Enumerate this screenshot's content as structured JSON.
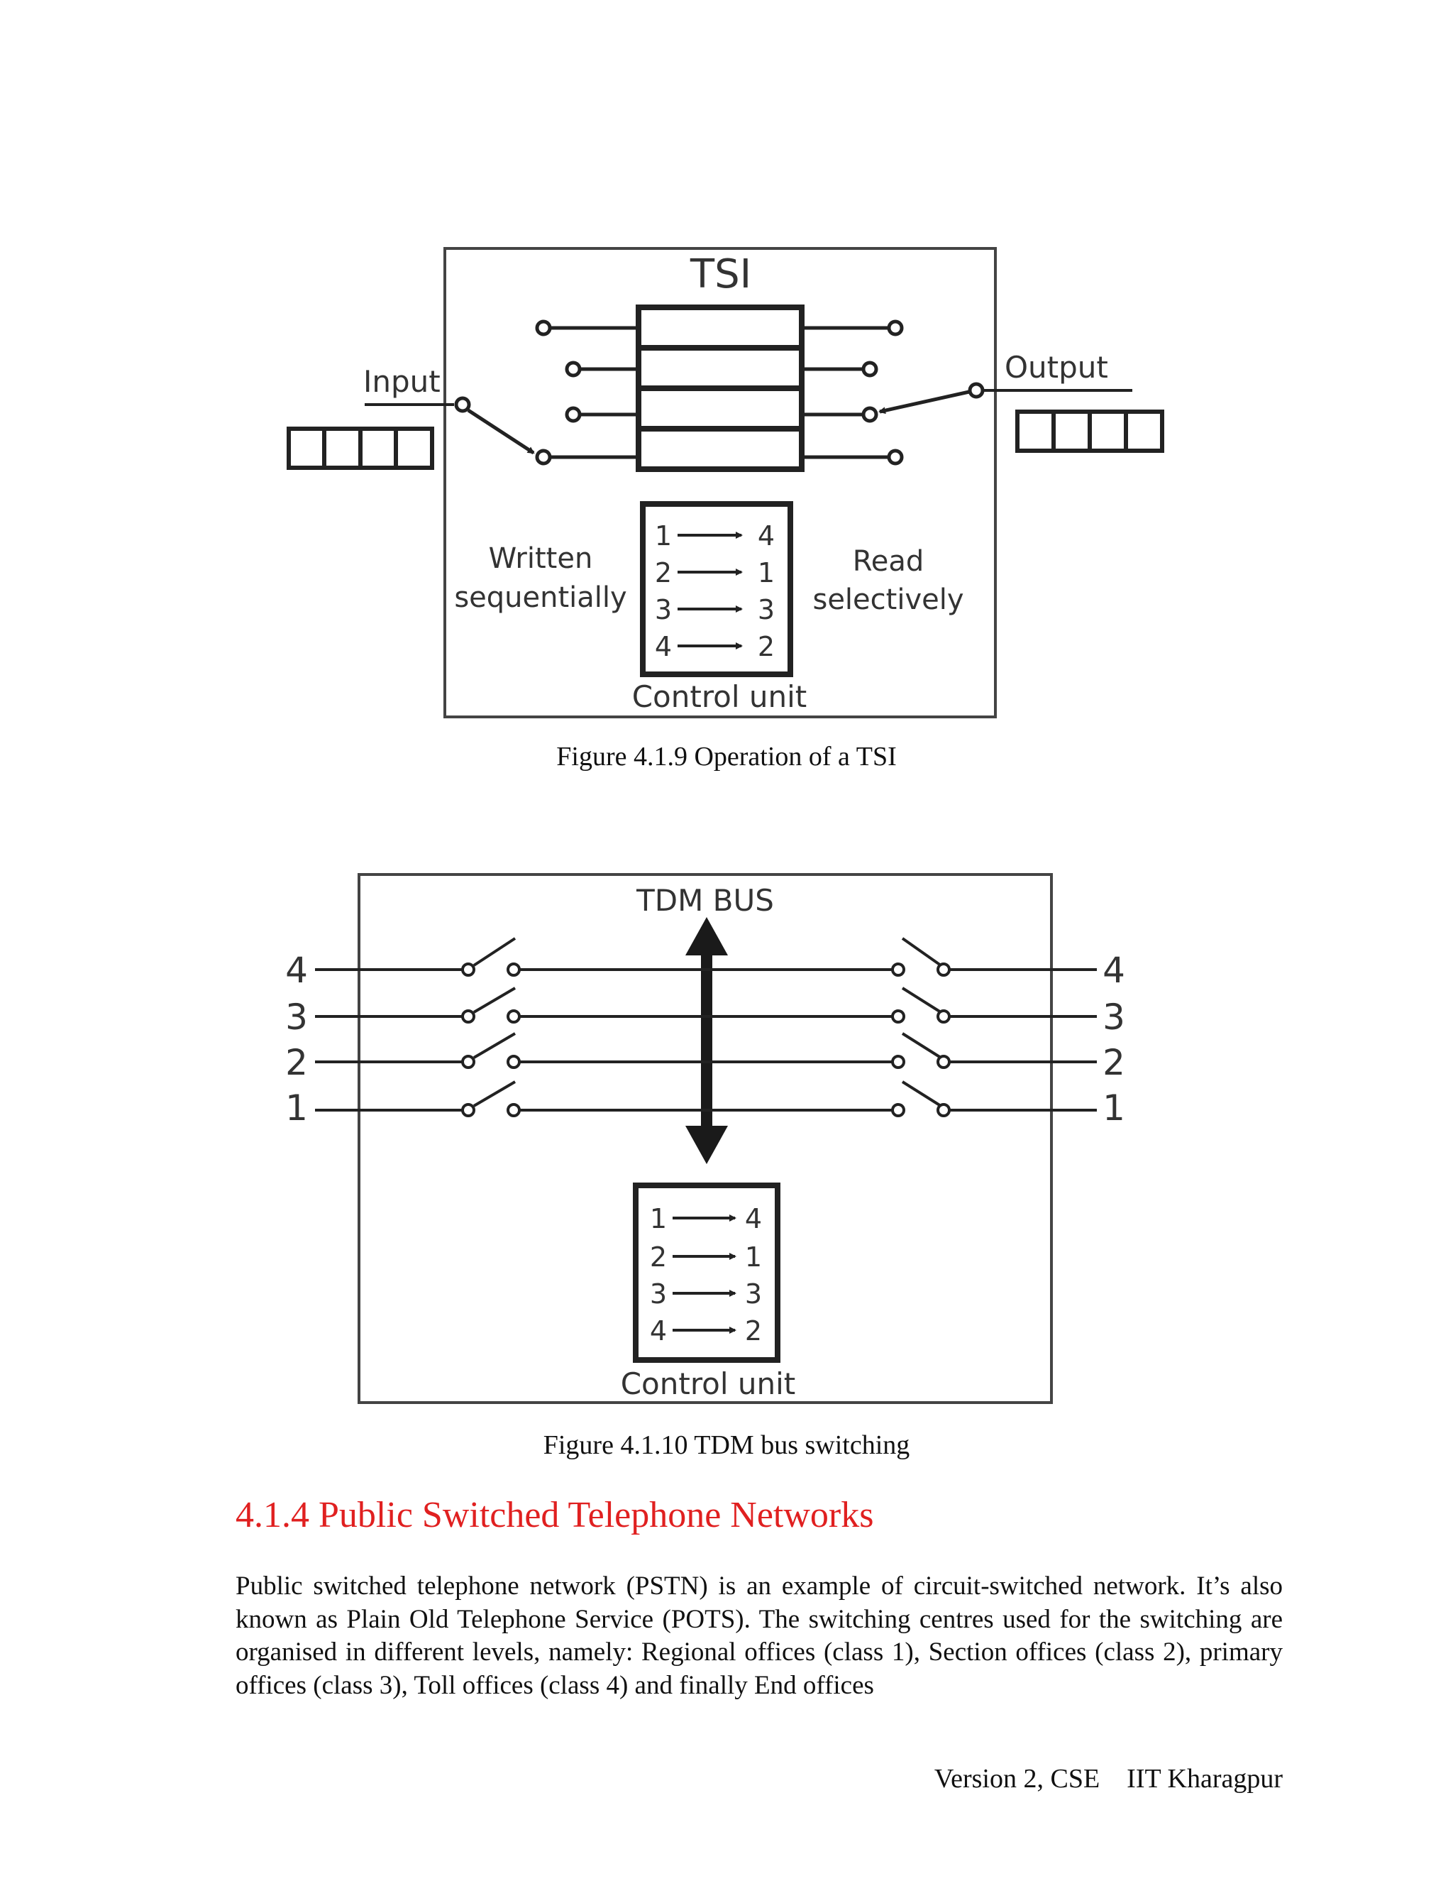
{
  "figure1": {
    "title": "TSI",
    "input_label": "Input",
    "output_label": "Output",
    "left_text_line1": "Written",
    "left_text_line2": "sequentially",
    "right_text_line1": "Read",
    "right_text_line2": "selectively",
    "control_label": "Control unit",
    "mapping": [
      {
        "from": "1",
        "to": "4"
      },
      {
        "from": "2",
        "to": "1"
      },
      {
        "from": "3",
        "to": "3"
      },
      {
        "from": "4",
        "to": "2"
      }
    ],
    "caption": "Figure 4.1.9 Operation of a TSI"
  },
  "figure2": {
    "title": "TDM  BUS",
    "line_labels_left": [
      "4",
      "3",
      "2",
      "1"
    ],
    "line_labels_right": [
      "4",
      "3",
      "2",
      "1"
    ],
    "control_label": "Control unit",
    "mapping": [
      {
        "from": "1",
        "to": "4"
      },
      {
        "from": "2",
        "to": "1"
      },
      {
        "from": "3",
        "to": "3"
      },
      {
        "from": "4",
        "to": "2"
      }
    ],
    "caption": "Figure 4.1.10 TDM bus switching"
  },
  "section": {
    "heading": "4.1.4 Public Switched Telephone Networks",
    "paragraph": "Public switched telephone network (PSTN) is an example of circuit-switched network. It’s also known as Plain Old Telephone Service (POTS). The switching centres used for the switching are organised in different levels, namely: Regional offices (class 1), Section offices (class 2), primary offices (class 3), Toll offices (class 4) and finally End offices"
  },
  "footer": {
    "text": "Version 2, CSE    IIT Kharagpur"
  }
}
